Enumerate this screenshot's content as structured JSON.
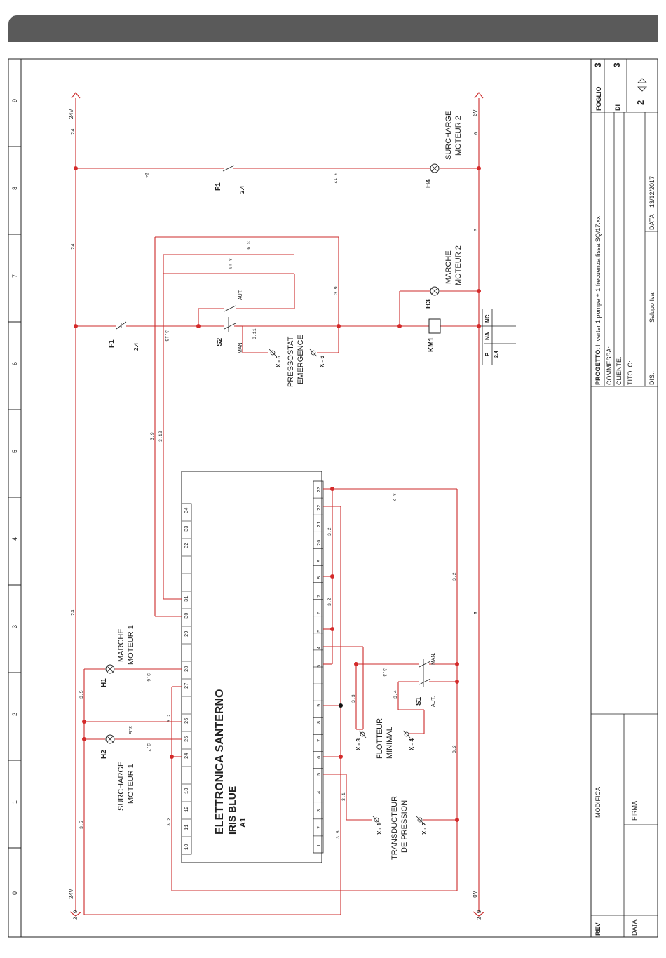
{
  "ruler_numbers": [
    "9",
    "8",
    "7",
    "6",
    "5",
    "4",
    "3",
    "2",
    "1",
    "0"
  ],
  "title_block": {
    "foglio_label": "FOGLIO",
    "foglio_value": "3",
    "di_label": "DI",
    "di_value": "3",
    "page_nav": "2",
    "progetto_label": "PROGETTO:",
    "progetto_value": "Inverter 1 pompa + 1 frecuenza fissa SQ/17.xx",
    "commessa_label": "COMMESSA:",
    "cliente_label": "CLIENTE:",
    "titolo_label": "TITOLO:",
    "dis_label": "DIS.:",
    "dis_value": "Salupo Ivan",
    "data_label": "DATA",
    "data_value": "13/12/2017",
    "rev_label": "REV",
    "modifica_label": "MODIFICA",
    "data2_label": "DATA",
    "firma_label": "FIRMA"
  },
  "rails": {
    "v24_label": "24V",
    "v0_label": "0V",
    "ref_left": "2.9",
    "ref_right": "2.9",
    "wire_24": "24",
    "wire_0": "0"
  },
  "controller": {
    "line1": "ELETTRONICA SANTERNO",
    "line2": "IRIS BLUE",
    "tag": "A1",
    "top_terminals": [
      "10",
      "11",
      "12",
      "13",
      "",
      "24",
      "25",
      "26",
      "27",
      "28",
      "29",
      "30",
      "31",
      "",
      "32",
      "33",
      "34"
    ],
    "bottom_terminals": [
      "1",
      "2",
      "3",
      "4",
      "5",
      "6",
      "7",
      "8",
      "9",
      "",
      "5",
      "4",
      "5",
      "6",
      "7",
      "8",
      "9",
      "20",
      "21",
      "22",
      "23"
    ]
  },
  "devices": {
    "f1_tag": "F1",
    "f1_ref": "2.4",
    "s2_tag": "S2",
    "s2_man": "MAN.",
    "s2_aut": "AUT.",
    "s1_tag": "S1",
    "s1_man": "MAN.",
    "s1_aut": "AUT.",
    "km1_tag": "KM1",
    "km1_p": "P",
    "km1_na": "NA",
    "km1_nc": "NC",
    "km1_ref": "2.4",
    "h1_tag": "H1",
    "h1_l1": "MARCHE",
    "h1_l2": "MOTEUR 1",
    "h2_tag": "H2",
    "h2_l1": "SURCHARGE",
    "h2_l2": "MOTEUR 1",
    "h3_tag": "H3",
    "h3_l1": "MARCHE",
    "h3_l2": "MOTEUR 2",
    "h4_tag": "H4",
    "h4_l1": "SURCHARGE",
    "h4_l2": "MOTEUR 2",
    "press_l1": "PRESSOSTAT",
    "press_l2": "EMERGENCE",
    "flot_l1": "FLOTTEUR",
    "flot_l2": "MINIMAL",
    "trans_l1": "TRANSDUCTEUR",
    "trans_l2": "DE PRESSION",
    "x5": "X - 5",
    "x6": "X - 6",
    "x3": "X - 3",
    "x4": "X - 4",
    "x1": "X - 1",
    "x2": "X - 2"
  },
  "wire_numbers": [
    "24",
    "3.12",
    "3.13",
    "3.9",
    "3.10",
    "3.11",
    "3.9",
    "3.10",
    "3.2",
    "3.2",
    "3.3",
    "3.4",
    "3.2",
    "3.2",
    "3.3",
    "3.1",
    "3.5",
    "3.6",
    "3.5",
    "3.7",
    "3.2",
    "3.5",
    "3.2",
    "3.5",
    "3.2",
    "0",
    "3.9"
  ]
}
